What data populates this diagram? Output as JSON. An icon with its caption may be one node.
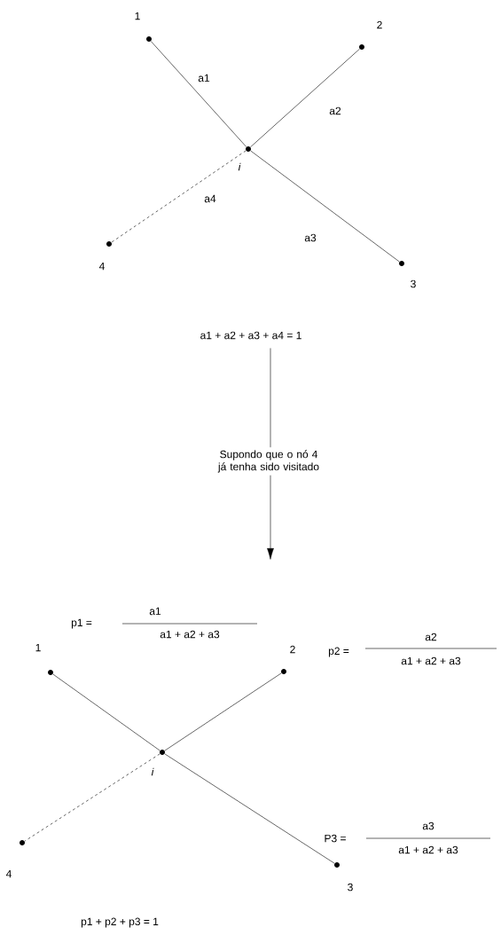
{
  "diagram": {
    "nodes": [
      {
        "text": [],
        "shape": "circle",
        "beside": [
          "1"
        ]
      },
      {
        "text": [],
        "shape": "circle",
        "beside": [
          "2"
        ]
      },
      {
        "text": [],
        "shape": "circle",
        "beside": [
          "i"
        ]
      },
      {
        "text": [],
        "shape": "circle",
        "beside": [
          "4"
        ]
      },
      {
        "text": [],
        "shape": "circle",
        "beside": [
          "3"
        ]
      },
      {
        "text": [
          "a1 + a2 + a3 + a4 = 1"
        ]
      },
      {
        "text": [],
        "shape": "circle",
        "beside": [
          "1"
        ]
      },
      {
        "text": [],
        "shape": "circle",
        "beside": [
          "2"
        ]
      },
      {
        "text": [],
        "shape": "circle",
        "beside": [
          "i"
        ]
      },
      {
        "text": [],
        "shape": "circle",
        "beside": [
          "4"
        ]
      },
      {
        "text": [],
        "shape": "circle",
        "beside": [
          "3"
        ]
      }
    ],
    "edges": [
      {
        "from": 2,
        "to": 0,
        "arrow": "none",
        "label": "a1"
      },
      {
        "from": 2,
        "to": 1,
        "arrow": "none",
        "label": "a2"
      },
      {
        "from": 2,
        "to": 3,
        "arrow": "none",
        "label": "a4",
        "style": "dashed"
      },
      {
        "from": 2,
        "to": 4,
        "arrow": "none",
        "label": "a3"
      },
      {
        "from": 5,
        "to": null,
        "arrow": "to",
        "label": "Supondo que o nó 4 já tenha sido visitado"
      },
      {
        "from": 8,
        "to": 6,
        "arrow": "none"
      },
      {
        "from": 8,
        "to": 7,
        "arrow": "none"
      },
      {
        "from": 8,
        "to": 9,
        "arrow": "none",
        "style": "dashed"
      },
      {
        "from": 8,
        "to": 10,
        "arrow": "none"
      }
    ],
    "labels": [
      "p1 =",
      "a1",
      "a1 + a2 + a3",
      "p2 =",
      "a2",
      "a1 + a2 + a3",
      "P3 =",
      "a3",
      "a1 + a2 + a3",
      "p1 + p2 + p3 = 1"
    ]
  }
}
